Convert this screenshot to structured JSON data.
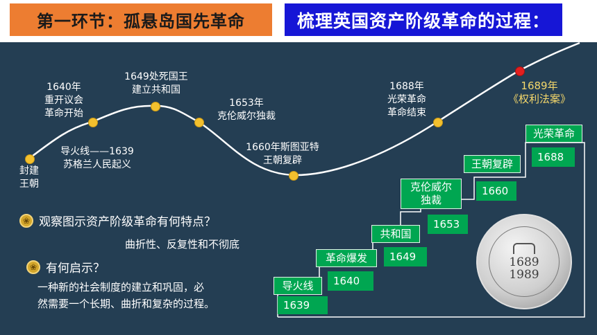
{
  "header": {
    "section_title": "第一环节：孤悬岛国先革命",
    "task_title": "梳理英国资产阶级革命的过程："
  },
  "timeline": {
    "labels": {
      "feudal": "封建\n王朝",
      "fuse": "导火线——1639\n苏格兰人民起义",
      "reopen": "1640年\n重开议会\n革命开始",
      "execute": "1649处死国王\n建立共和国",
      "cromwell": "1653年\n克伦威尔独裁",
      "restoration": "1660年斯图亚特\n王朝复辟",
      "glorious": "1688年\n光荣革命\n革命结束",
      "bill": "1689年\n《权利法案》"
    }
  },
  "stairs": [
    {
      "label": "导火线",
      "year": "1639"
    },
    {
      "label": "革命爆发",
      "year": "1640"
    },
    {
      "label": "共和国",
      "year": "1649"
    },
    {
      "label": "克伦威尔\n独裁",
      "year": "1653"
    },
    {
      "label": "王朝复辟",
      "year": "1660"
    },
    {
      "label": "光荣革命",
      "year": "1688"
    }
  ],
  "questions": {
    "q1": "观察图示资产阶级革命有何特点？",
    "a1": "曲折性、反复性和不彻底",
    "q2": "有何启示？",
    "a2_line1": "一种新的社会制度的建立和巩固，必",
    "a2_line2": "然需要一个长期、曲折和复杂的过程。"
  },
  "coin": {
    "year_top": "1689",
    "year_bottom": "1989"
  },
  "colors": {
    "section_bg": "#ed7d31",
    "task_bg": "#1616d6",
    "panel_bg": "#243e53",
    "stair_green": "#00a651",
    "dot_yellow": "#f3c02e",
    "dot_red": "#e31f1f",
    "highlight_text": "#f5d86b"
  },
  "icons": {
    "question_marker": "ornament-icon",
    "coin": "commemorative-coin-icon"
  }
}
